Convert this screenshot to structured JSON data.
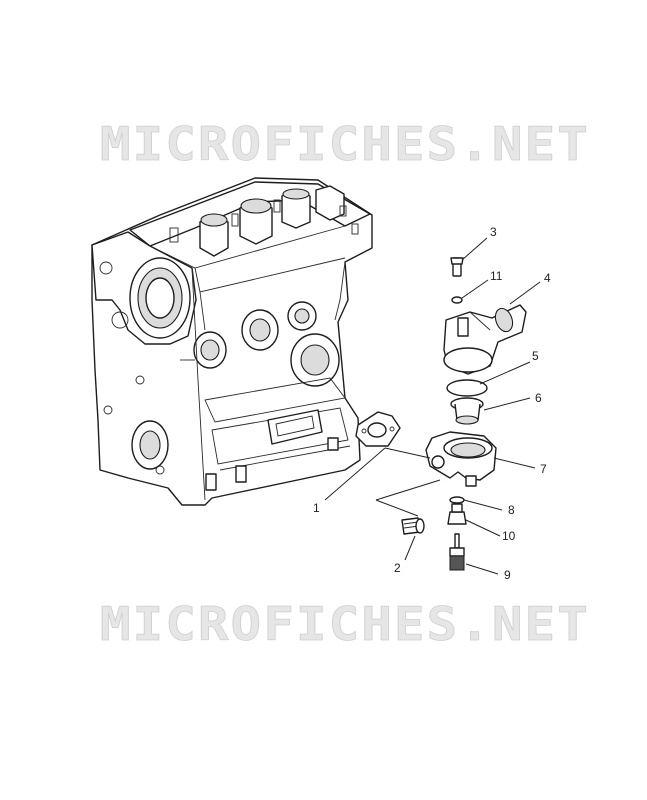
{
  "watermark": {
    "top": "MICROFICHES.NET",
    "bottom": "MICROFICHES.NET"
  },
  "callouts": [
    {
      "id": "1",
      "label": "1"
    },
    {
      "id": "2",
      "label": "2"
    },
    {
      "id": "3",
      "label": "3"
    },
    {
      "id": "4",
      "label": "4"
    },
    {
      "id": "5",
      "label": "5"
    },
    {
      "id": "6",
      "label": "6"
    },
    {
      "id": "7",
      "label": "7"
    },
    {
      "id": "8",
      "label": "8"
    },
    {
      "id": "9",
      "label": "9"
    },
    {
      "id": "10",
      "label": "10"
    },
    {
      "id": "11",
      "label": "11"
    }
  ]
}
